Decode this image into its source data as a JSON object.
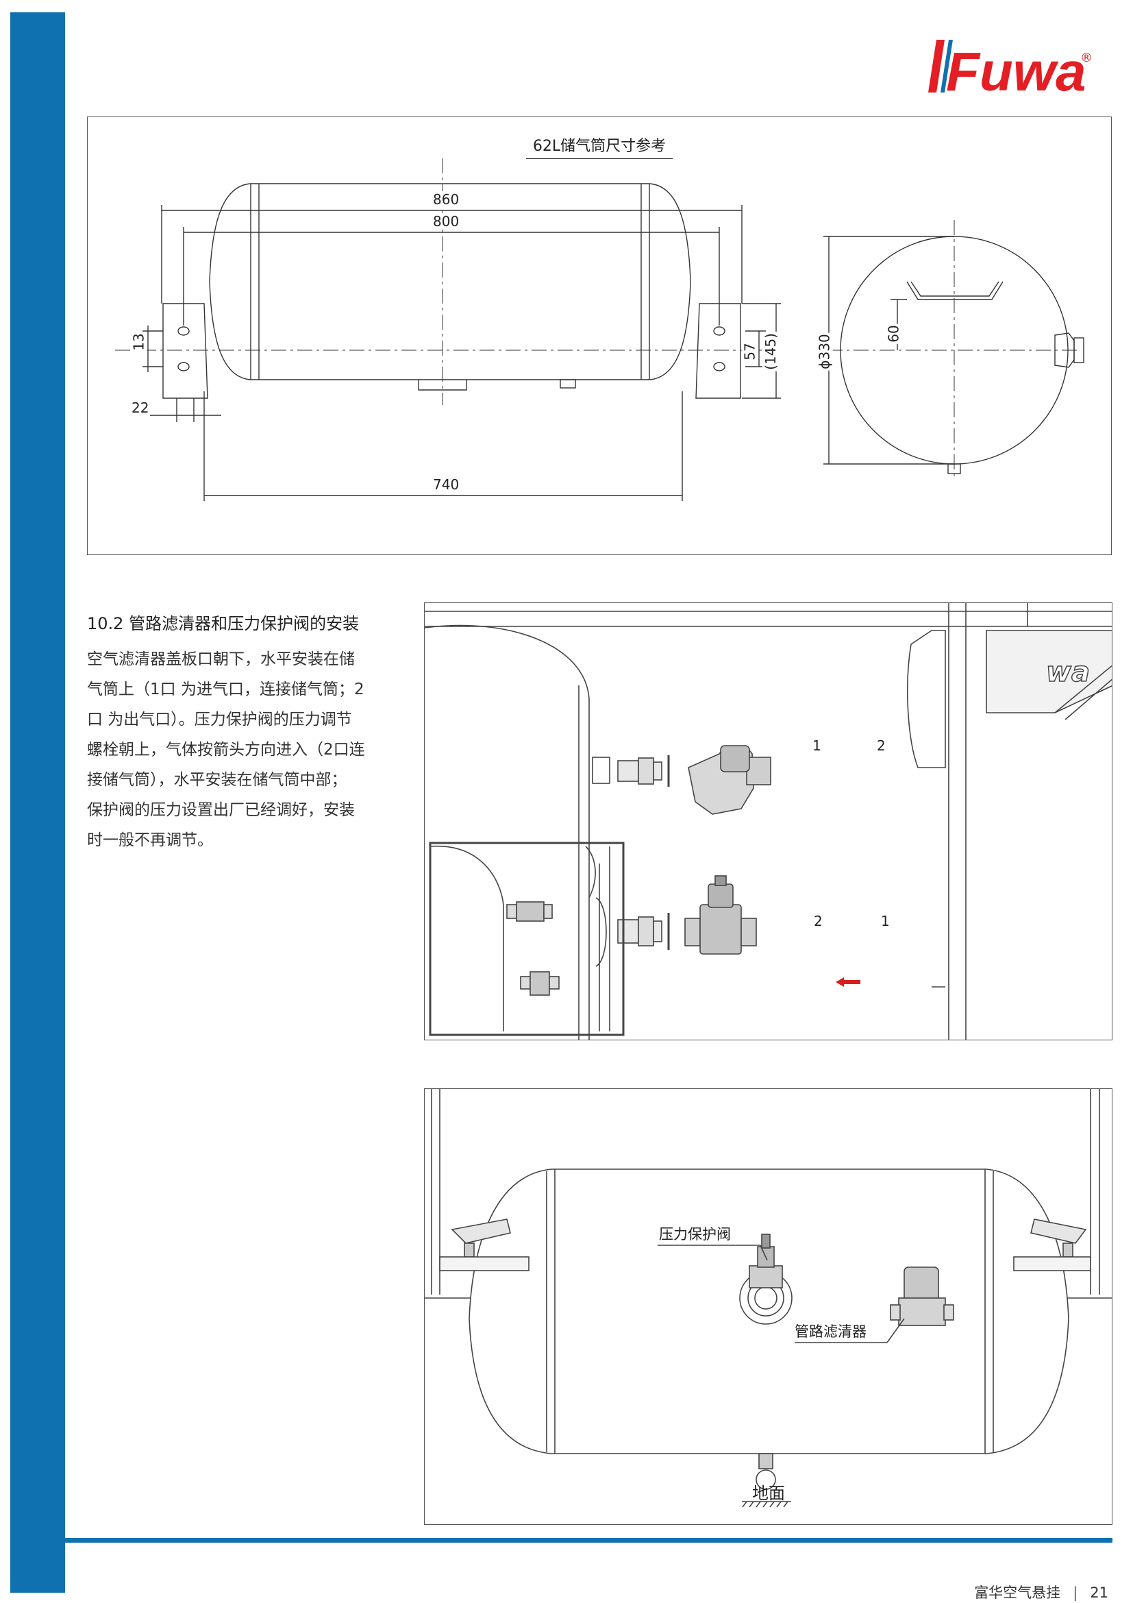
{
  "brand": {
    "name": "Fuwa",
    "registered": "®",
    "color": "#e31e24",
    "stripe_color": "#1071b0"
  },
  "figure_dimensions": {
    "title": "62L储气筒尺寸参考",
    "dims": {
      "d860": "860",
      "d800": "800",
      "d740": "740",
      "d13": "13",
      "d22": "22",
      "d57": "57",
      "d145": "(145)",
      "d60": "60",
      "d330": "ϕ330"
    }
  },
  "section": {
    "heading": "10.2  管路滤清器和压力保护阀的安装",
    "lines": [
      "空气滤清器盖板口朝下，水平安装在储",
      "气筒上（1口 为进气口，连接储气筒；2",
      "口 为出气口）。压力保护阀的压力调节",
      "螺栓朝上，气体按箭头方向进入（2口连",
      "接储气筒），水平安装在储气筒中部；",
      "保护阀的压力设置出厂已经调好，安装",
      "时一般不再调节。"
    ]
  },
  "figure_install": {
    "port1_top": "1",
    "port2_top": "2",
    "port2_bottom": "2",
    "port1_bottom": "1",
    "logo_fragment": "wa",
    "arrow_color": "#d62020"
  },
  "figure_layout": {
    "pressure_valve_label": "压力保护阀",
    "filter_label": "管路滤清器",
    "ground_label": "地面"
  },
  "footer": {
    "company": "富华空气悬挂",
    "separator": "|",
    "page_number": "21"
  }
}
